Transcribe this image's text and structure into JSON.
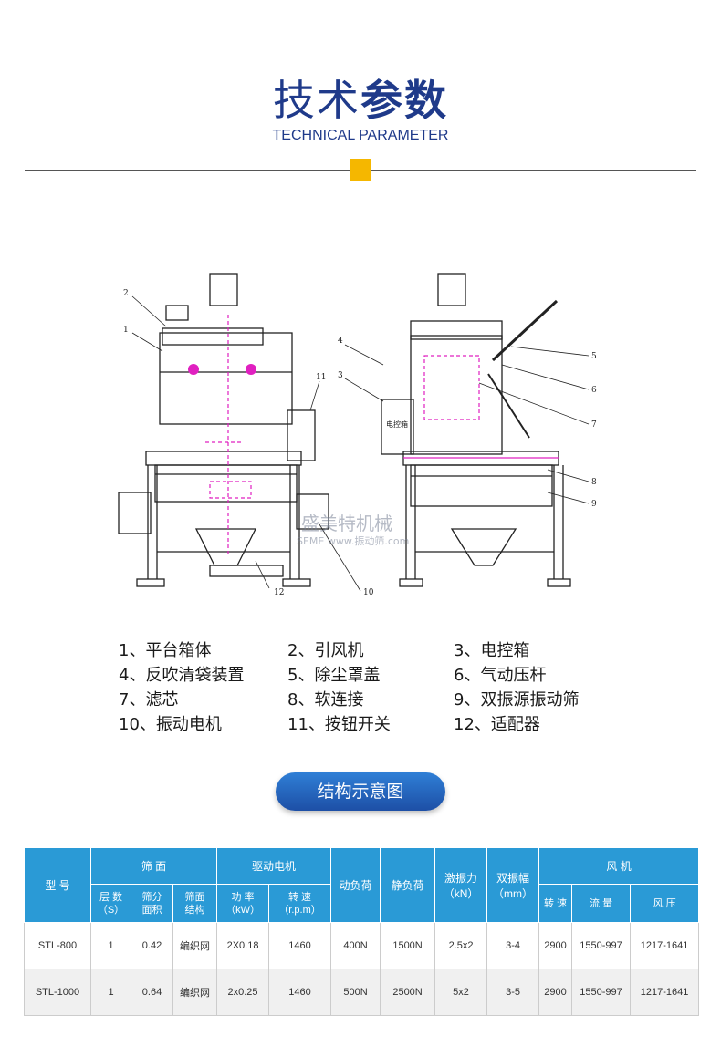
{
  "header": {
    "title_light": "技术",
    "title_bold": "参数",
    "subtitle": "TECHNICAL PARAMETER"
  },
  "diagram": {
    "left_callouts": [
      "2",
      "1",
      "11",
      "12"
    ],
    "right_callouts": [
      "4",
      "3",
      "5",
      "6",
      "7",
      "8",
      "9",
      "10"
    ],
    "cabinet_label": "电控箱",
    "watermark_cn": "盛美特机械",
    "watermark_url": "SEME www.振动筛.com"
  },
  "legend": {
    "rows": [
      [
        "1、平台箱体",
        "2、引风机",
        "3、电控箱"
      ],
      [
        "4、反吹清袋装置",
        "5、除尘罩盖",
        "6、气动压杆"
      ],
      [
        "7、滤芯",
        "8、软连接",
        "9、双振源振动筛"
      ],
      [
        "10、振动电机",
        "11、按钮开关",
        "12、适配器"
      ]
    ]
  },
  "badge": {
    "label": "结构示意图"
  },
  "table": {
    "head": {
      "model": "型 号",
      "screen": "筛 面",
      "drive": "驱动电机",
      "dynamic_load": "动负荷",
      "static_load": "静负荷",
      "exciting_force": "激振力",
      "exciting_unit": "（kN）",
      "amplitude": "双振幅",
      "amplitude_unit": "（mm）",
      "fan": "风 机",
      "layers": "层 数",
      "layers_unit": "（S）",
      "area": "筛分",
      "area2": "面积",
      "structure": "筛面",
      "structure2": "结构",
      "power": "功 率",
      "power_unit": "（kW）",
      "speed": "转 速",
      "speed_unit": "（r.p.m）",
      "fan_speed": "转 速",
      "flow": "流 量",
      "pressure": "风 压"
    },
    "rows": [
      [
        "STL-800",
        "1",
        "0.42",
        "编织网",
        "2X0.18",
        "1460",
        "400N",
        "1500N",
        "2.5x2",
        "3-4",
        "2900",
        "1550-997",
        "1217-1641"
      ],
      [
        "STL-1000",
        "1",
        "0.64",
        "编织网",
        "2x0.25",
        "1460",
        "500N",
        "2500N",
        "5x2",
        "3-5",
        "2900",
        "1550-997",
        "1217-1641"
      ]
    ]
  },
  "colors": {
    "accent": "#2a9ad6",
    "title": "#1f3a8a",
    "marker": "#f5b700",
    "magenta": "#e020c0"
  }
}
